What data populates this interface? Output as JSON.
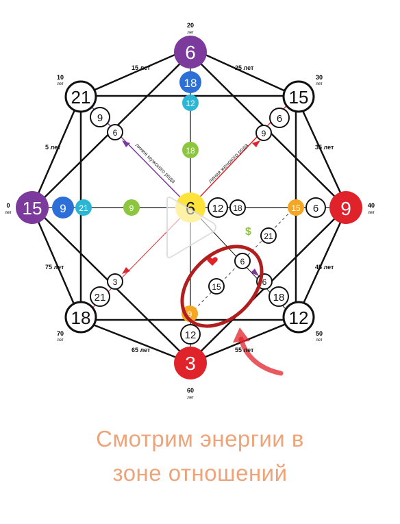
{
  "diagram": {
    "center_value": "6",
    "top_value": "6",
    "bottom_value": "3",
    "left_value": "15",
    "right_value": "9",
    "inner_top_value": "18",
    "inner_left_value": "9",
    "corner_tl": "21",
    "corner_tr": "15",
    "corner_bl": "18",
    "corner_br": "12",
    "colored_inner_top": "12",
    "colored_inner_top2": "18",
    "colored_left1": "21",
    "colored_left2": "9",
    "colored_right_orange": "15",
    "colored_bottom_orange": "9",
    "right_inner_6": "6",
    "center_right_12": "12",
    "center_right_18": "18",
    "tl_small_9": "9",
    "tl_small_6": "6",
    "tr_small_9": "9",
    "tr_small_6": "6",
    "bl_small_3": "3",
    "bl_small_21": "21",
    "br_small_6": "6",
    "br_small_18": "18",
    "relation_6": "6",
    "relation_15": "15",
    "relation_21": "21",
    "bottom_12": "12",
    "male_line_label": "линия мужского рода",
    "female_line_label": "линия женского рода",
    "dollar_sign": "$"
  },
  "age_markers": {
    "top": {
      "value": "20",
      "unit": "лет"
    },
    "bottom": {
      "value": "60",
      "unit": "лет"
    },
    "left": {
      "value": "0",
      "unit": "лет"
    },
    "right": {
      "value": "40",
      "unit": "лет"
    },
    "top_left": {
      "value": "10",
      "unit": "лет"
    },
    "top_right": {
      "value": "30",
      "unit": "лет"
    },
    "bottom_left": {
      "value": "70",
      "unit": "лет"
    },
    "bottom_right": {
      "value": "50",
      "unit": "лет"
    },
    "label_5": "5 лет",
    "label_15": "15 лет",
    "label_25": "25 лет",
    "label_35": "35 лет",
    "label_45": "45 лет",
    "label_55": "55 лет",
    "label_65": "65 лет",
    "label_75": "75 лет"
  },
  "caption": {
    "line1": "Смотрим энергии в",
    "line2": "зоне отношений"
  },
  "colors": {
    "purple": "#7b3a9c",
    "blue": "#2c6fd6",
    "cyan": "#2bb6d6",
    "green": "#8cc63f",
    "yellow": "#ffe33a",
    "orange": "#f5a623",
    "red": "#e0232a",
    "highlight": "#b01e1e"
  }
}
